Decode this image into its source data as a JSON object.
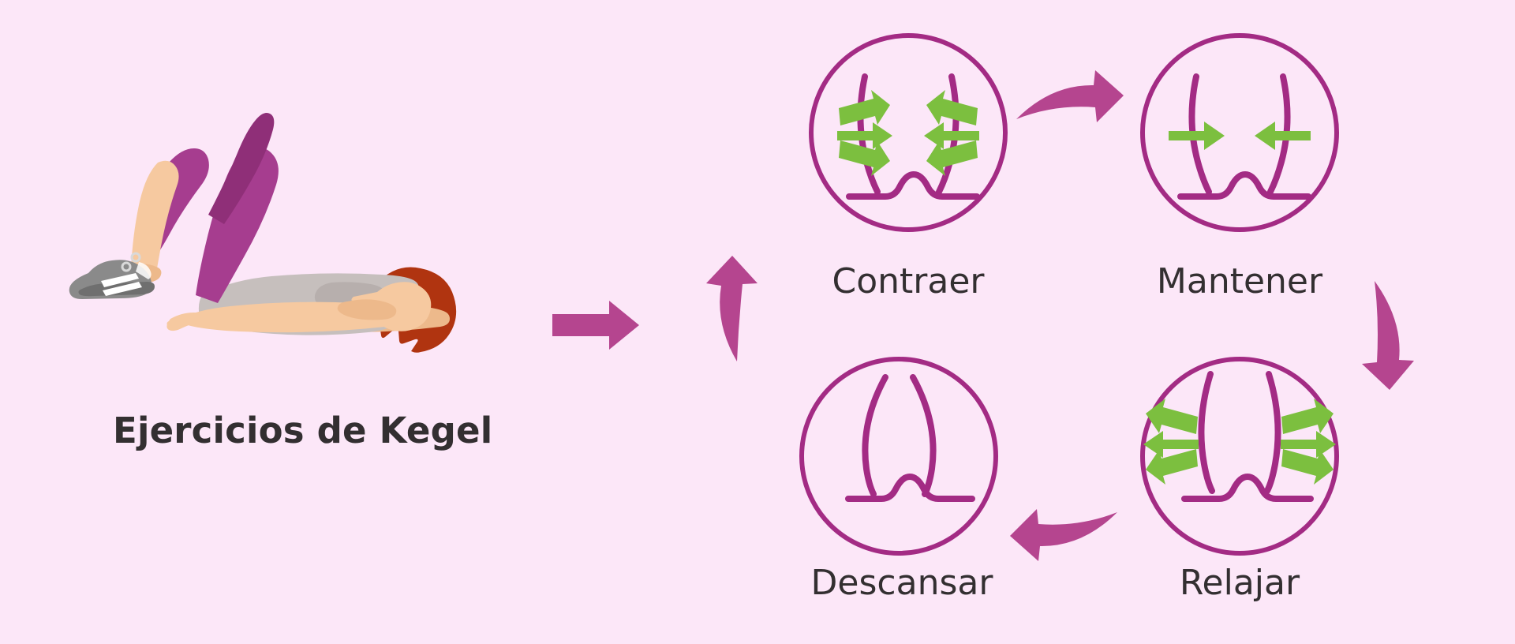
{
  "page": {
    "background_color": "#fce7f8",
    "title": "Ejercicios de Kegel",
    "title_color": "#332f31"
  },
  "illustration": {
    "name": "woman-lying-supine-knees-bent",
    "alt": "Mujer tumbada boca arriba con las rodillas flexionadas",
    "colors": {
      "leggings": "#a63d8f",
      "leggings_shade": "#8f2f78",
      "top": "#c6bfbd",
      "top_shade": "#b7afad",
      "skin": "#f6c9a0",
      "skin_shade": "#edb98b",
      "hair": "#b03410",
      "shoe": "#8a8a8a",
      "shoe_dark": "#6f6f6f",
      "shoe_stripe": "#ffffff"
    }
  },
  "main_arrow": {
    "name": "arrow-right",
    "color": "#b5458f"
  },
  "cycle": {
    "circle_stroke": "#a32b84",
    "muscle_stroke": "#a32b84",
    "arrow_color": "#7cbf3f",
    "flow_arrow_color": "#b5458f",
    "steps": [
      {
        "id": "contraer",
        "label": "Contraer",
        "icon": "pelvic-floor-contract-icon",
        "state": "contracted",
        "green_arrows": 6,
        "green_arrow_direction": "inward"
      },
      {
        "id": "mantener",
        "label": "Mantener",
        "icon": "pelvic-floor-hold-icon",
        "state": "contracted",
        "green_arrows": 2,
        "green_arrow_direction": "inward"
      },
      {
        "id": "relajar",
        "label": "Relajar",
        "icon": "pelvic-floor-release-icon",
        "state": "releasing",
        "green_arrows": 6,
        "green_arrow_direction": "outward"
      },
      {
        "id": "descansar",
        "label": "Descansar",
        "icon": "pelvic-floor-rest-icon",
        "state": "relaxed",
        "green_arrows": 0,
        "green_arrow_direction": "none"
      }
    ],
    "flow_arrows": [
      {
        "id": "contraer-to-mantener",
        "name": "flow-arrow-top"
      },
      {
        "id": "mantener-to-relajar",
        "name": "flow-arrow-right"
      },
      {
        "id": "relajar-to-descansar",
        "name": "flow-arrow-bottom"
      },
      {
        "id": "descansar-to-contraer",
        "name": "flow-arrow-left"
      }
    ]
  }
}
